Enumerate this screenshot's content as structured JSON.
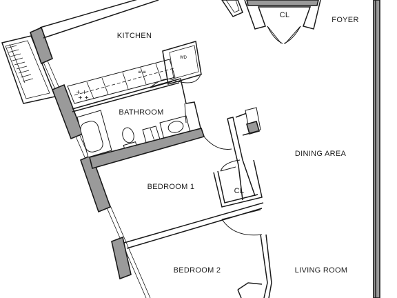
{
  "rooms": {
    "kitchen": "KITCHEN",
    "bathroom": "BATHROOM",
    "closet_top": "CL",
    "foyer": "FOYER",
    "dining_area": "DINING AREA",
    "bedroom1": "BEDROOM 1",
    "closet_bedroom": "CL",
    "bedroom2": "BEDROOM 2",
    "living_room": "LIVING ROOM"
  },
  "appliances": {
    "washer_dryer": "WD"
  }
}
